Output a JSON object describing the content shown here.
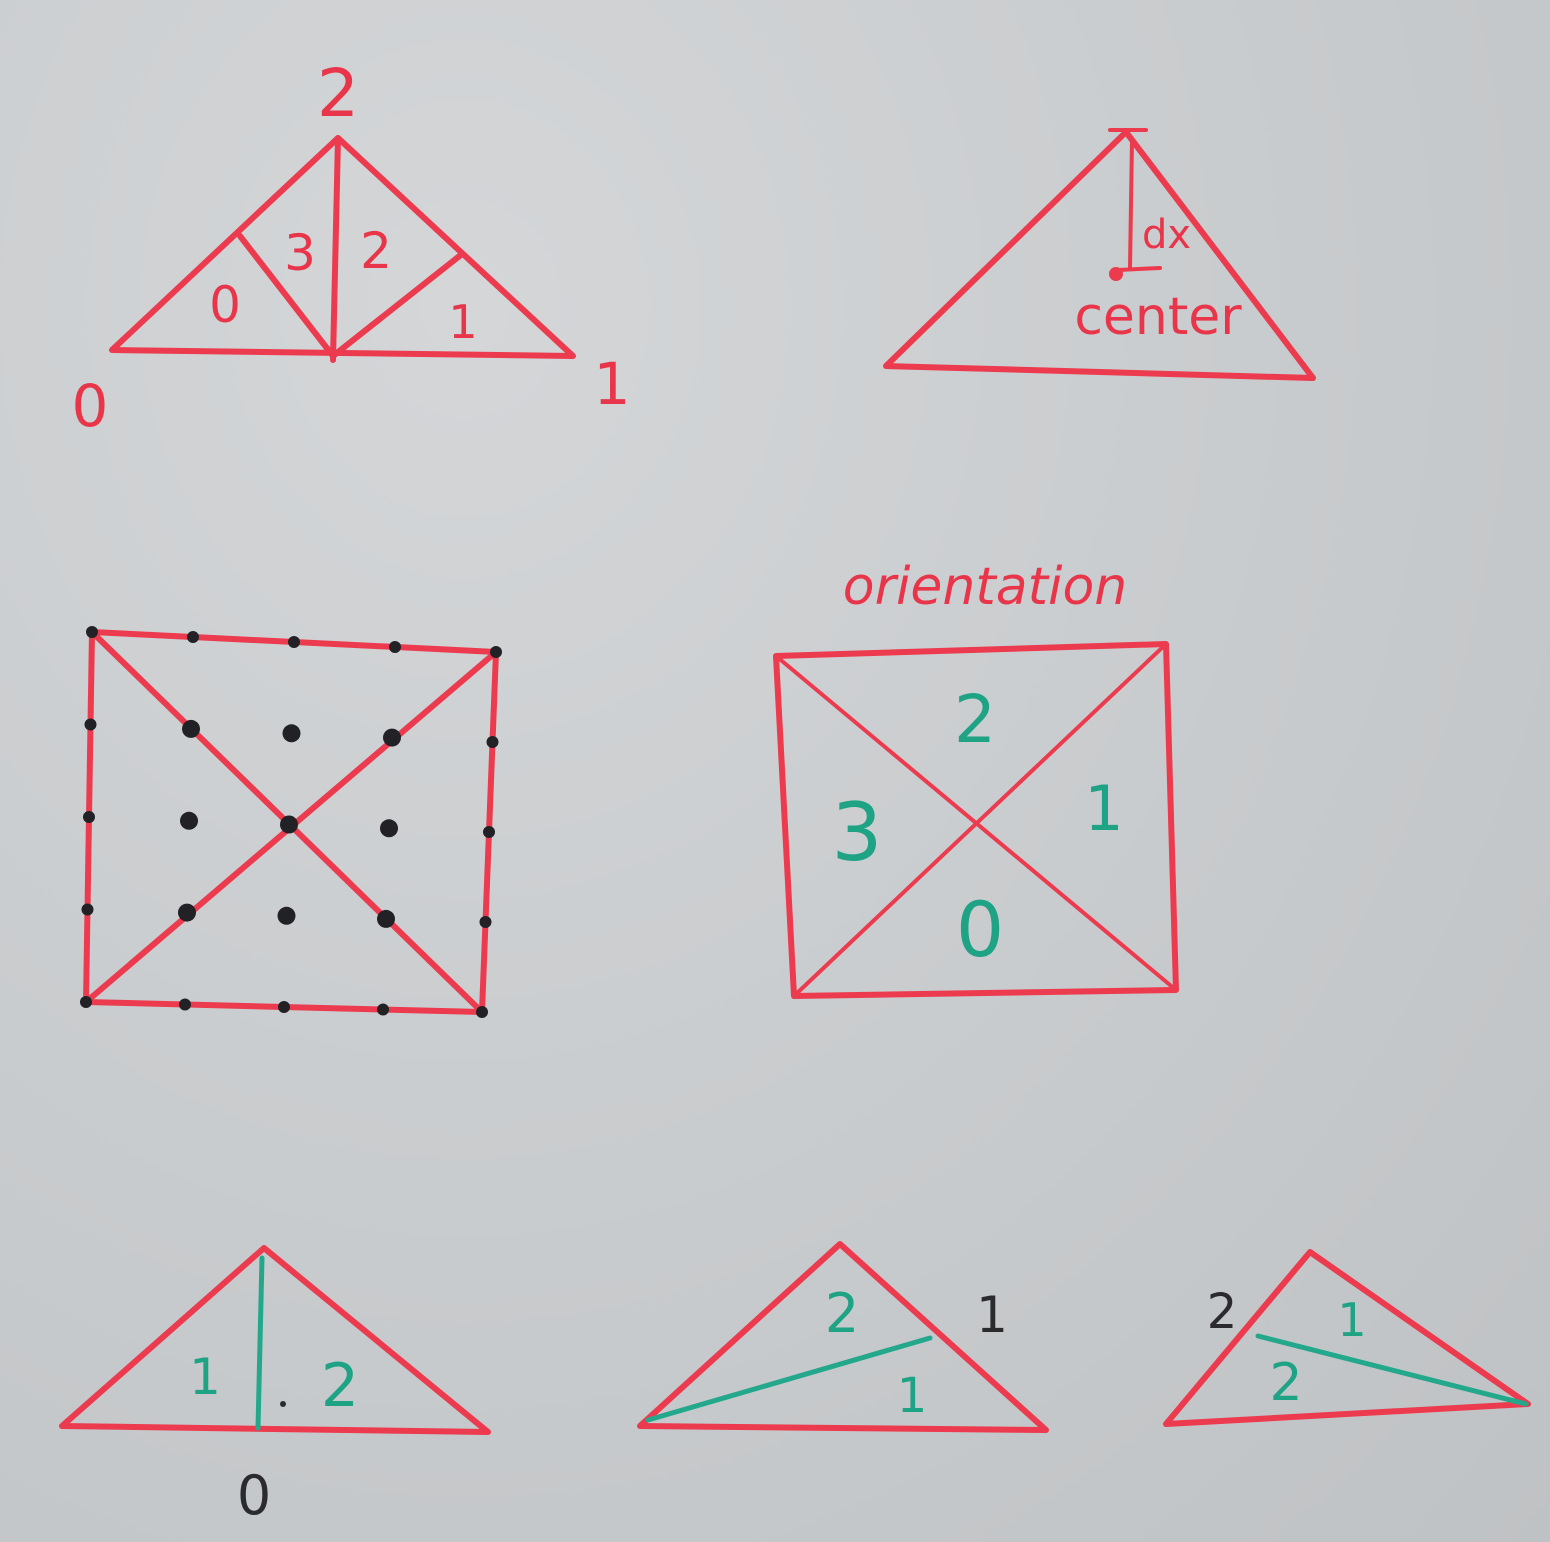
{
  "fig1": {
    "top_vertex": "2",
    "left_vertex": "0",
    "right_vertex": "1",
    "regions": [
      "0",
      "3",
      "2",
      "1"
    ]
  },
  "fig2": {
    "dx": "dx",
    "center": "center"
  },
  "fig3": {
    "dot_count": 25
  },
  "fig4": {
    "title": "orientation",
    "regions": [
      "2",
      "1",
      "3",
      "0"
    ]
  },
  "fig5": {
    "left_region": "1",
    "right_region": "2",
    "bottom_label": "0"
  },
  "fig6": {
    "top_region": "2",
    "bottom_region": "1",
    "side_label": "1"
  },
  "fig7": {
    "side_label": "2",
    "top_region": "1",
    "bottom_region": "2"
  },
  "colors": {
    "board": "#c9ccce",
    "red_marker": "#ec3b4e",
    "teal_marker": "#23a88c",
    "black_marker": "#222226"
  }
}
